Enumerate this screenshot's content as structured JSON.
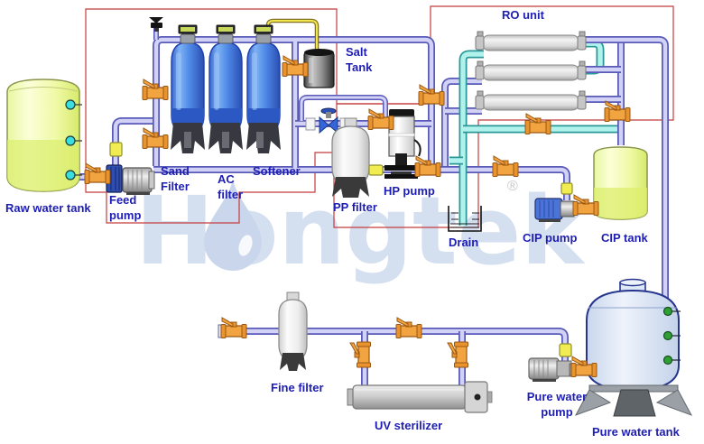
{
  "diagram": {
    "kind": "water-treatment-process-flow",
    "stages": [
      "Raw water tank",
      "Feed pump",
      "Sand Filter",
      "AC filter",
      "Softener",
      "Salt Tank",
      "PP filter",
      "HP pump",
      "RO unit",
      "Drain",
      "CIP pump",
      "CIP tank",
      "Pure water tank",
      "Pure water pump",
      "Fine filter",
      "UV sterilizer"
    ]
  },
  "labels": {
    "raw_water_tank": {
      "text": "Raw water tank"
    },
    "feed_pump": {
      "text": "Feed\npump"
    },
    "sand_filter": {
      "text": "Sand\nFilter"
    },
    "ac_filter": {
      "text": "AC\nfilter"
    },
    "softener": {
      "text": "Softener"
    },
    "salt_tank": {
      "text": "Salt\nTank"
    },
    "pp_filter": {
      "text": "PP filter"
    },
    "hp_pump": {
      "text": "HP pump"
    },
    "ro_unit": {
      "text": "RO unit"
    },
    "drain": {
      "text": "Drain"
    },
    "cip_pump": {
      "text": "CIP pump"
    },
    "cip_tank": {
      "text": "CIP tank"
    },
    "fine_filter": {
      "text": "Fine filter"
    },
    "uv_sterilizer": {
      "text": "UV sterilizer"
    },
    "pure_water_pump": {
      "text": "Pure water\npump"
    },
    "pure_water_tank": {
      "text": "Pure water tank"
    }
  },
  "watermark": {
    "text": "Hongtek",
    "registered": "®"
  },
  "colors": {
    "label_text": "#1e1eb4",
    "group_outline_red": "#c43c3c",
    "pipe_purple": "#d2d2f6",
    "pipe_purple_border": "#5a5ab8",
    "pipe_cyan": "#b2f2ec",
    "pipe_cyan_border": "#2a9898",
    "brine_pipe_yellow": "#f2e84e",
    "valve_orange": "#f2a440",
    "filter_tank_blue": "#4f8ae9",
    "raw_water_tank_yellow": "#eef9a2",
    "salt_tank_gray": "#8f8f8f",
    "membrane_gray": "#d9d9d9",
    "pure_tank_blue": "#dde6f6",
    "level_dot_cyan": "#39dede",
    "level_dot_green": "#2f9e35",
    "watermark_blue": "#d4dff0"
  }
}
